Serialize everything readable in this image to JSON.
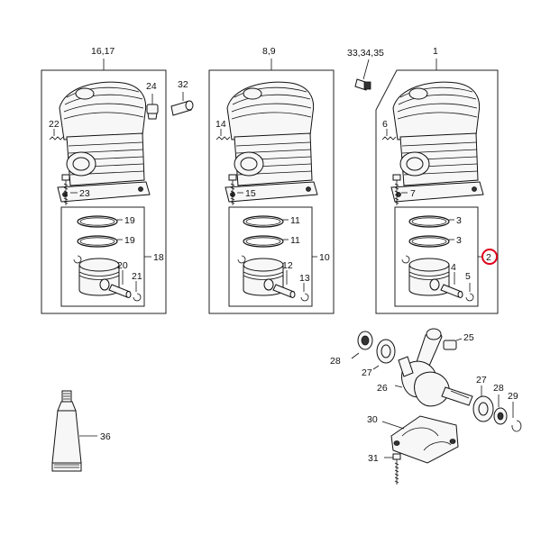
{
  "callouts": {
    "top_16_17": "16,17",
    "top_8_9": "8,9",
    "top_33_34_35": "33,34,35",
    "top_1": "1",
    "c24": "24",
    "c32": "32",
    "c22": "22",
    "c23": "23",
    "c19a": "19",
    "c19b": "19",
    "c18": "18",
    "c20": "20",
    "c21": "21",
    "c14": "14",
    "c15": "15",
    "c11a": "11",
    "c11b": "11",
    "c10": "10",
    "c12": "12",
    "c13": "13",
    "c6": "6",
    "c7": "7",
    "c3a": "3",
    "c3b": "3",
    "c2": "2",
    "c4": "4",
    "c5": "5",
    "c25": "25",
    "c28a": "28",
    "c27a": "27",
    "c26": "26",
    "c27b": "27",
    "c28b": "28",
    "c29": "29",
    "c30": "30",
    "c31": "31",
    "c36": "36"
  },
  "highlight_color": "#e0001b"
}
